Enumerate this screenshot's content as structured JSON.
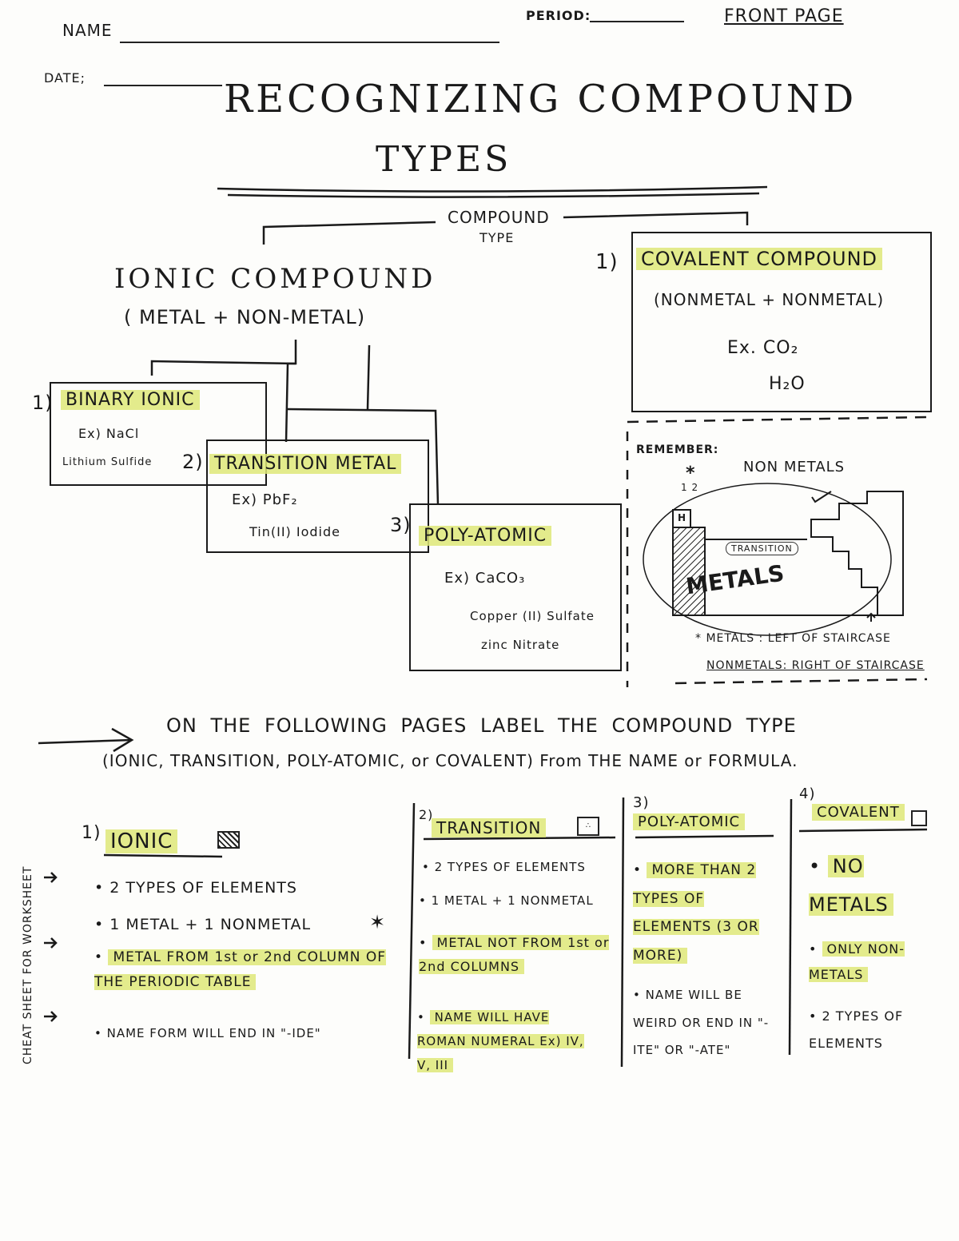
{
  "header": {
    "name_label": "NAME",
    "period_label": "PERIOD:",
    "front_page": "FRONT PAGE",
    "date_label": "DATE;"
  },
  "title": {
    "line1": "RECOGNIZING COMPOUND",
    "line2": "TYPES"
  },
  "tree": {
    "root_line1": "COMPOUND",
    "root_line2": "TYPE",
    "ionic_title": "IONIC COMPOUND",
    "ionic_sub": "( METAL + NON-METAL)",
    "binary_num": "1)",
    "binary_title": "BINARY IONIC",
    "binary_ex1": "Ex) NaCl",
    "binary_ex2": "Lithium Sulfide",
    "transition_num": "2)",
    "transition_title": "TRANSITION METAL",
    "transition_ex1": "Ex) PbF₂",
    "transition_ex2": "Tin(II) Iodide",
    "poly_num": "3)",
    "poly_title": "POLY-ATOMIC",
    "poly_ex1": "Ex) CaCO₃",
    "poly_ex2": "Copper (II) Sulfate",
    "poly_ex3": "zinc Nitrate",
    "covalent_num": "1)",
    "covalent_title": "COVALENT COMPOUND",
    "covalent_sub": "(NONMETAL + NONMETAL)",
    "covalent_ex1": "Ex. CO₂",
    "covalent_ex2": "H₂O"
  },
  "remember": {
    "label": "REMEMBER:",
    "star": "*",
    "col_nums": "1 2",
    "h_cell": "H",
    "nonmetals": "NON METALS",
    "transition": "TRANSITION",
    "metals": "METALS",
    "note1": "* METALS : LEFT OF STAIRCASE",
    "note2": "NONMETALS: RIGHT OF STAIRCASE"
  },
  "instructions": {
    "line1": "ON THE FOLLOWING PAGES LABEL THE COMPOUND TYPE",
    "line2": "(IONIC, TRANSITION, POLY-ATOMIC, or COVALENT) From THE NAME or FORMULA."
  },
  "side_label": "CHEAT SHEET FOR WORKSHEET",
  "columns": [
    {
      "num": "1)",
      "title": "IONIC",
      "bullets": [
        "2 TYPES OF ELEMENTS",
        "1 METAL + 1 NONMETAL",
        "METAL FROM 1st or 2nd COLUMN OF THE PERIODIC TABLE",
        "NAME FORM WILL END IN \"-IDE\""
      ]
    },
    {
      "num": "2)",
      "title": "TRANSITION",
      "bullets": [
        "2 TYPES OF ELEMENTS",
        "1 METAL + 1 NONMETAL",
        "METAL NOT FROM 1st or 2nd COLUMNS",
        "NAME WILL HAVE ROMAN NUMERAL Ex) IV, V, III"
      ]
    },
    {
      "num": "3)",
      "title": "POLY-ATOMIC",
      "bullets": [
        "MORE THAN 2 TYPES OF ELEMENTS (3 OR MORE)",
        "NAME WILL BE WEIRD OR END IN \"-ITE\" OR \"-ATE\""
      ]
    },
    {
      "num": "4)",
      "title": "COVALENT",
      "bullets": [
        "NO METALS",
        "ONLY NON-METALS",
        "2 TYPES OF ELEMENTS"
      ]
    }
  ]
}
